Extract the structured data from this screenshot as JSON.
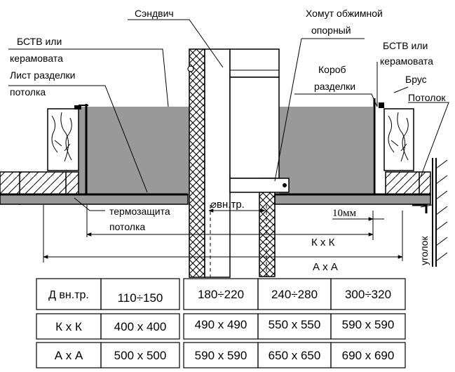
{
  "labels": {
    "sandwich": "Сэндвич",
    "clamp_line1": "Хомут обжимной",
    "clamp_line2": "опорный",
    "bstv_left_line1": "БСТВ или",
    "bstv_left_line2": "керамовата",
    "sheet_line1": "Лист разделки",
    "sheet_line2": "потолка",
    "bstv_right_line1": "БСТВ или",
    "bstv_right_line2": "керамовата",
    "box_line1": "Короб",
    "box_line2": "разделки",
    "beam": "Брус",
    "ceiling": "Потолок",
    "thermal_line1": "термозащита",
    "thermal_line2": "потолка",
    "angle": "уголок"
  },
  "dimensions": {
    "inner_diameter": "⌀вн.тр.",
    "gap": "10мм",
    "kxk": "К х К",
    "axa": "А х А"
  },
  "table": {
    "header_label": "Д вн.тр.",
    "header_values": [
      "110÷150",
      "180÷220",
      "240÷280",
      "300÷320"
    ],
    "rows": [
      {
        "label": "К х К",
        "values": [
          "400 х 400",
          "490 х 490",
          "550 х 550",
          "590 х 590"
        ]
      },
      {
        "label": "А х А",
        "values": [
          "500 х 500",
          "590 х 590",
          "650 х 650",
          "690 х 690"
        ]
      }
    ]
  }
}
